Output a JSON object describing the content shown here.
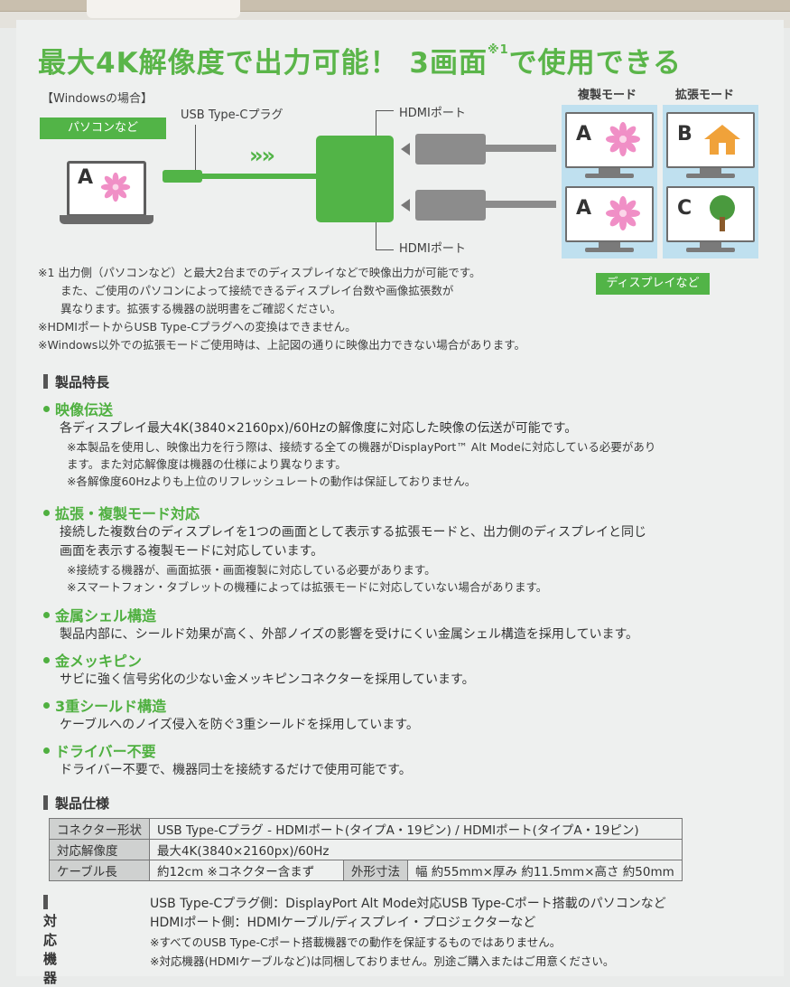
{
  "headline": {
    "text": "最大4K解像度で出力可能！ 3画面",
    "sup": "※1",
    "tail": "で使用できる"
  },
  "diagram": {
    "windows_label": "【Windowsの場合】",
    "pc_badge": "パソコンなど",
    "usb_plug_label": "USB Type-Cプラグ",
    "hdmi_port_top": "HDMIポート",
    "hdmi_port_bottom": "HDMIポート",
    "arrows": "»»",
    "mirror_mode": "複製モード",
    "extend_mode": "拡張モード",
    "display_badge": "ディスプレイなど",
    "laptop_letter": "A",
    "screens": [
      {
        "letter": "A",
        "icon": "flower-icon"
      },
      {
        "letter": "B",
        "icon": "house-icon"
      },
      {
        "letter": "A",
        "icon": "flower-icon"
      },
      {
        "letter": "C",
        "icon": "tree-icon"
      }
    ],
    "colors": {
      "green": "#52b447",
      "panel": "#bfe0ef",
      "flower": "#f08fc6"
    }
  },
  "notes": [
    "※1 出力側（パソコンなど）と最大2台までのディスプレイなどで映像出力が可能です。",
    "　　また、ご使用のパソコンによって接続できるディスプレイ台数や画像拡張数が",
    "　　異なります。拡張する機器の説明書をご確認ください。",
    "※HDMIポートからUSB Type-Cプラグへの変換はできません。",
    "※Windows以外での拡張モードご使用時は、上記図の通りに映像出力できない場合があります。"
  ],
  "features_heading": "製品特長",
  "features": [
    {
      "title": "映像伝送",
      "body": [
        "各ディスプレイ最大4K(3840×2160px)/60Hzの解像度に対応した映像の伝送が可能です。"
      ],
      "notes": [
        "※本製品を使用し、映像出力を行う際は、接続する全ての機器がDisplayPort™ Alt Modeに対応している必要があり",
        "ます。また対応解像度は機器の仕様により異なります。",
        "※各解像度60Hzよりも上位のリフレッシュレートの動作は保証しておりません。"
      ]
    },
    {
      "title": "拡張・複製モード対応",
      "body": [
        "接続した複数台のディスプレイを1つの画面として表示する拡張モードと、出力側のディスプレイと同じ",
        "画面を表示する複製モードに対応しています。"
      ],
      "notes": [
        "※接続する機器が、画面拡張・画面複製に対応している必要があります。",
        "※スマートフォン・タブレットの機種によっては拡張モードに対応していない場合があります。"
      ]
    },
    {
      "title": "金属シェル構造",
      "body": [
        "製品内部に、シールド効果が高く、外部ノイズの影響を受けにくい金属シェル構造を採用しています。"
      ],
      "notes": []
    },
    {
      "title": "金メッキピン",
      "body": [
        "サビに強く信号劣化の少ない金メッキピンコネクターを採用しています。"
      ],
      "notes": []
    },
    {
      "title": "3重シールド構造",
      "body": [
        "ケーブルへのノイズ侵入を防ぐ3重シールドを採用しています。"
      ],
      "notes": []
    },
    {
      "title": "ドライバー不要",
      "body": [
        "ドライバー不要で、機器同士を接続するだけで使用可能です。"
      ],
      "notes": []
    }
  ],
  "specs_heading": "製品仕様",
  "specs": {
    "connector_label": "コネクター形状",
    "connector_value": "USB Type-Cプラグ - HDMIポート(タイプA・19ピン) / HDMIポート(タイプA・19ピン)",
    "resolution_label": "対応解像度",
    "resolution_value": "最大4K(3840×2160px)/60Hz",
    "cable_label": "ケーブル長",
    "cable_value": "約12cm ※コネクター含まず",
    "size_label": "外形寸法",
    "size_value": "幅 約55mm×厚み 約11.5mm×高さ 約50mm"
  },
  "compat": {
    "heading": "対応機器",
    "line1": "USB Type-Cプラグ側：DisplayPort Alt Mode対応USB Type-Cポート搭載のパソコンなど",
    "line2": "HDMIポート側：HDMIケーブル/ディスプレイ・プロジェクターなど",
    "note1": "※すべてのUSB Type-Cポート搭載機器での動作を保証するものではありません。",
    "note2": "※対応機器(HDMIケーブルなど)は同梱しておりません。別途ご購入またはご用意ください。"
  }
}
